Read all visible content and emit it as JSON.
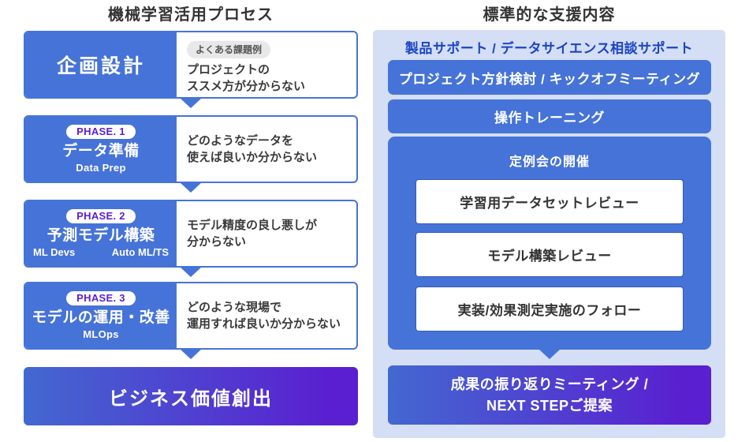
{
  "colors": {
    "blue": "#4673d7",
    "light_blue_bg": "#d4def4",
    "header_text_blue": "#1b45c5",
    "purple": "#5a1fd0",
    "dark_text": "#333333"
  },
  "left": {
    "title": "機械学習活用プロセス",
    "rows": [
      {
        "title": "企画設計",
        "badge": "よくある課題例",
        "issue1": "プロジェクトの",
        "issue2": "ススメ方が分からない"
      },
      {
        "phase": "PHASE. 1",
        "title": "データ準備",
        "sub": "Data Prep",
        "issue1": "どのようなデータを",
        "issue2": "使えば良いか分からない"
      },
      {
        "phase": "PHASE. 2",
        "title": "予測モデル構築",
        "sub_left": "ML Devs",
        "sub_right": "Auto ML/TS",
        "issue1": "モデル精度の良し悪しが",
        "issue2": "分からない"
      },
      {
        "phase": "PHASE. 3",
        "title": "モデルの運用・改善",
        "sub": "MLOps",
        "issue1": "どのような現場で",
        "issue2": "運用すれば良いか分からない"
      }
    ],
    "result": "ビジネス価値創出"
  },
  "right": {
    "title": "標準的な支援内容",
    "header": "製品サポート / データサイエンス相談サポート",
    "step1": "プロジェクト方針検討 / キックオフミーティング",
    "step2": "操作トレーニング",
    "meeting_title": "定例会の開催",
    "meeting_items": [
      "学習用データセットレビュー",
      "モデル構築レビュー",
      "実装/効果測定実施のフォロー"
    ],
    "result1": "成果の振り返りミーティング /",
    "result2": "NEXT STEPご提案"
  }
}
